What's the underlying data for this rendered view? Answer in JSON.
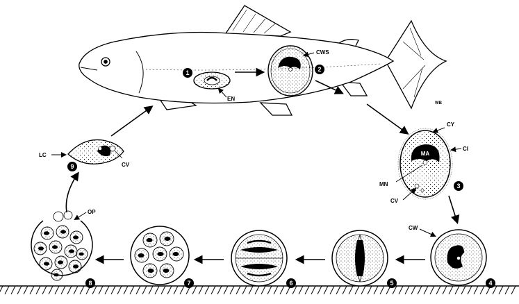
{
  "diagram": {
    "colors": {
      "ink": "#000000",
      "paper": "#ffffff",
      "badge": "#000000"
    },
    "stages": [
      {
        "number": "1",
        "labels": [
          "EN"
        ]
      },
      {
        "number": "2",
        "labels": [
          "CWS"
        ]
      },
      {
        "number": "3",
        "labels": [
          "CY",
          "CI",
          "MA",
          "MN",
          "CV"
        ]
      },
      {
        "number": "4",
        "labels": [
          "CW"
        ]
      },
      {
        "number": "5",
        "labels": []
      },
      {
        "number": "6",
        "labels": []
      },
      {
        "number": "7",
        "labels": []
      },
      {
        "number": "8",
        "labels": [
          "OP"
        ]
      },
      {
        "number": "9",
        "labels": [
          "LC",
          "CV"
        ]
      }
    ],
    "signature": "WB"
  }
}
